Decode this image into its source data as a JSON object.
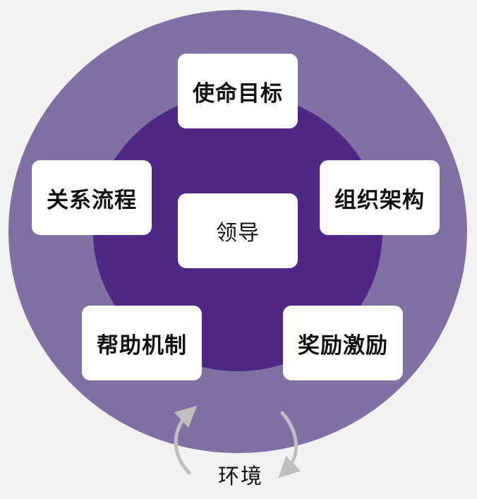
{
  "diagram": {
    "center": "领导",
    "nodes": {
      "mission": "使命目标",
      "relation": "关系流程",
      "structure": "组织架构",
      "help": "帮助机制",
      "reward": "奖励激励"
    },
    "environment": "环境"
  },
  "colors": {
    "background": "#f2f2f2",
    "outer_ring": "#7f71a3",
    "inner_circle": "#4f2886",
    "node_fill": "#ffffff",
    "arrow": "#bfbfbf"
  }
}
